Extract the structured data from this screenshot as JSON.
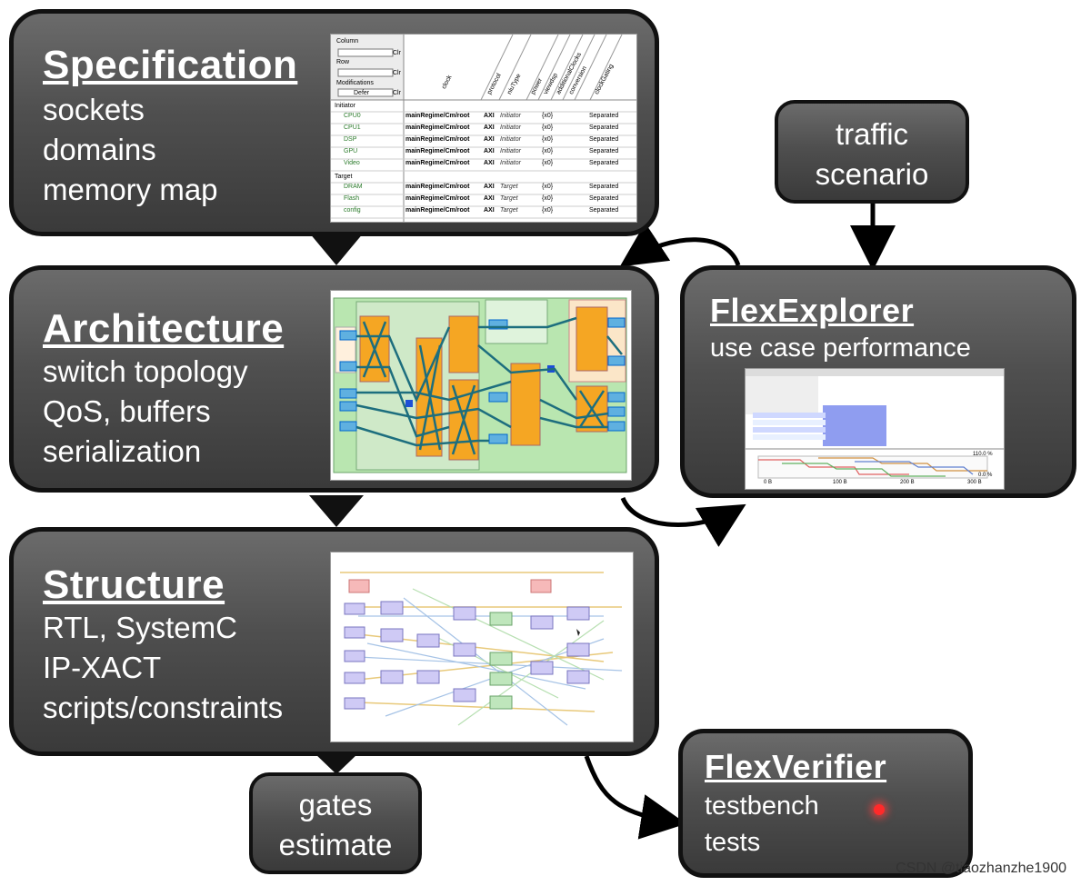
{
  "specification": {
    "title": "Specification",
    "items": [
      "sockets",
      "domains",
      "memory map"
    ]
  },
  "architecture": {
    "title": "Architecture",
    "items": [
      "switch topology",
      "QoS, buffers",
      "serialization"
    ]
  },
  "structure": {
    "title": "Structure",
    "items": [
      "RTL, SystemC",
      "IP-XACT",
      "scripts/constraints"
    ]
  },
  "traffic": {
    "lines": [
      "traffic",
      "scenario"
    ]
  },
  "flexexplorer": {
    "title": "FlexExplorer",
    "subtitle": "use case performance",
    "chart_axis": [
      "0 B",
      "100 B",
      "200 B",
      "300 B"
    ],
    "percent": [
      "110.0 %",
      "0.0 %"
    ]
  },
  "gates": {
    "lines": [
      "gates",
      "estimate"
    ]
  },
  "flexverifier": {
    "title": "FlexVerifier",
    "items": [
      "testbench",
      "tests"
    ]
  },
  "spec_table": {
    "labels": {
      "column": "Column",
      "row": "Row",
      "modifications": "Modifications",
      "defer": "Defer",
      "clr": "Clr"
    },
    "headers": [
      "clock",
      "protocol",
      "niuType",
      "power",
      "viewdsp",
      "additionalClocks",
      "conversion",
      "clockGating"
    ],
    "initiator_group": "Initiator",
    "target_group": "Target",
    "rows": [
      {
        "name": "CPU0",
        "clock": "mainRegime/Cm/root",
        "protocol": "AXI",
        "niuType": "Initiator",
        "val": "{x0}",
        "conv": "Separated"
      },
      {
        "name": "CPU1",
        "clock": "mainRegime/Cm/root",
        "protocol": "AXI",
        "niuType": "Initiator",
        "val": "{x0}",
        "conv": "Separated"
      },
      {
        "name": "DSP",
        "clock": "mainRegime/Cm/root",
        "protocol": "AXI",
        "niuType": "Initiator",
        "val": "{x0}",
        "conv": "Separated"
      },
      {
        "name": "GPU",
        "clock": "mainRegime/Cm/root",
        "protocol": "AXI",
        "niuType": "Initiator",
        "val": "{x0}",
        "conv": "Separated"
      },
      {
        "name": "Video",
        "clock": "mainRegime/Cm/root",
        "protocol": "AXI",
        "niuType": "Initiator",
        "val": "{x0}",
        "conv": "Separated"
      },
      {
        "name": "DRAM",
        "clock": "mainRegime/Cm/root",
        "protocol": "AXI",
        "niuType": "Target",
        "val": "{x0}",
        "conv": "Separated"
      },
      {
        "name": "Flash",
        "clock": "mainRegime/Cm/root",
        "protocol": "AXI",
        "niuType": "Target",
        "val": "{x0}",
        "conv": "Separated"
      },
      {
        "name": "config",
        "clock": "mainRegime/Cm/root",
        "protocol": "AXI",
        "niuType": "Target",
        "val": "{x0}",
        "conv": "Separated"
      }
    ]
  },
  "watermark": "CSDN @tiaozhanzhe1900",
  "colors": {
    "box_dark": "#3a3a3a",
    "box_light": "#6b6b6b",
    "switch_orange": "#f5a623",
    "arch_bg": "#b9e6b0",
    "link_teal": "#1d6e7e"
  }
}
